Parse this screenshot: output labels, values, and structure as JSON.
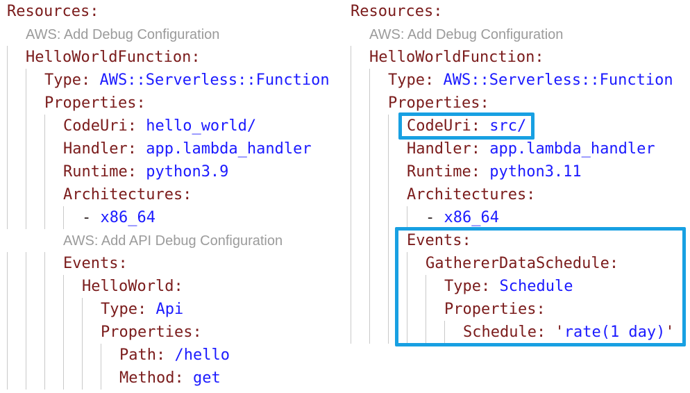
{
  "colors": {
    "key": "#7a1b1b",
    "value": "#1b1aff",
    "quote": "#7a1b1b",
    "punct": "#2e2222",
    "codelens_text": "#9b9b9b",
    "indent_guide": "#c9c9c9",
    "highlight_border": "#18a0e2",
    "background": "#ffffff"
  },
  "panels": [
    {
      "name": "template-yaml-before",
      "lines": [
        {
          "indent": 0,
          "tokens": [
            {
              "c": "key",
              "t": "Resources:"
            }
          ]
        },
        {
          "indent": 1,
          "codelens": "AWS: Add Debug Configuration"
        },
        {
          "indent": 1,
          "tokens": [
            {
              "c": "key",
              "t": "HelloWorldFunction:"
            }
          ]
        },
        {
          "indent": 2,
          "tokens": [
            {
              "c": "key",
              "t": "Type:"
            },
            {
              "c": "plain",
              "t": " "
            },
            {
              "c": "value",
              "t": "AWS::Serverless::Function"
            }
          ]
        },
        {
          "indent": 2,
          "tokens": [
            {
              "c": "key",
              "t": "Properties:"
            }
          ]
        },
        {
          "indent": 3,
          "tokens": [
            {
              "c": "key",
              "t": "CodeUri:"
            },
            {
              "c": "plain",
              "t": " "
            },
            {
              "c": "value",
              "t": "hello_world/"
            }
          ]
        },
        {
          "indent": 3,
          "tokens": [
            {
              "c": "key",
              "t": "Handler:"
            },
            {
              "c": "plain",
              "t": " "
            },
            {
              "c": "value",
              "t": "app.lambda_handler"
            }
          ]
        },
        {
          "indent": 3,
          "tokens": [
            {
              "c": "key",
              "t": "Runtime:"
            },
            {
              "c": "plain",
              "t": " "
            },
            {
              "c": "value",
              "t": "python3.9"
            }
          ]
        },
        {
          "indent": 3,
          "tokens": [
            {
              "c": "key",
              "t": "Architectures:"
            }
          ]
        },
        {
          "indent": 4,
          "tokens": [
            {
              "c": "punct",
              "t": "- "
            },
            {
              "c": "value",
              "t": "x86_64"
            }
          ]
        },
        {
          "indent": 3,
          "codelens": "AWS: Add API Debug Configuration"
        },
        {
          "indent": 3,
          "tokens": [
            {
              "c": "key",
              "t": "Events:"
            }
          ]
        },
        {
          "indent": 4,
          "tokens": [
            {
              "c": "key",
              "t": "HelloWorld:"
            }
          ]
        },
        {
          "indent": 5,
          "tokens": [
            {
              "c": "key",
              "t": "Type:"
            },
            {
              "c": "plain",
              "t": " "
            },
            {
              "c": "value",
              "t": "Api"
            }
          ]
        },
        {
          "indent": 5,
          "tokens": [
            {
              "c": "key",
              "t": "Properties:"
            }
          ]
        },
        {
          "indent": 6,
          "tokens": [
            {
              "c": "key",
              "t": "Path:"
            },
            {
              "c": "plain",
              "t": " "
            },
            {
              "c": "value",
              "t": "/hello"
            }
          ]
        },
        {
          "indent": 6,
          "tokens": [
            {
              "c": "key",
              "t": "Method:"
            },
            {
              "c": "plain",
              "t": " "
            },
            {
              "c": "value",
              "t": "get"
            }
          ]
        }
      ],
      "highlights": []
    },
    {
      "name": "template-yaml-after",
      "lines": [
        {
          "indent": 0,
          "tokens": [
            {
              "c": "key",
              "t": "Resources:"
            }
          ]
        },
        {
          "indent": 1,
          "codelens": "AWS: Add Debug Configuration"
        },
        {
          "indent": 1,
          "tokens": [
            {
              "c": "key",
              "t": "HelloWorldFunction:"
            }
          ]
        },
        {
          "indent": 2,
          "tokens": [
            {
              "c": "key",
              "t": "Type:"
            },
            {
              "c": "plain",
              "t": " "
            },
            {
              "c": "value",
              "t": "AWS::Serverless::Function"
            }
          ]
        },
        {
          "indent": 2,
          "tokens": [
            {
              "c": "key",
              "t": "Properties:"
            }
          ]
        },
        {
          "indent": 3,
          "tokens": [
            {
              "c": "key",
              "t": "CodeUri:"
            },
            {
              "c": "plain",
              "t": " "
            },
            {
              "c": "value",
              "t": "src/"
            }
          ]
        },
        {
          "indent": 3,
          "tokens": [
            {
              "c": "key",
              "t": "Handler:"
            },
            {
              "c": "plain",
              "t": " "
            },
            {
              "c": "value",
              "t": "app.lambda_handler"
            }
          ]
        },
        {
          "indent": 3,
          "tokens": [
            {
              "c": "key",
              "t": "Runtime:"
            },
            {
              "c": "plain",
              "t": " "
            },
            {
              "c": "value",
              "t": "python3.11"
            }
          ]
        },
        {
          "indent": 3,
          "tokens": [
            {
              "c": "key",
              "t": "Architectures:"
            }
          ]
        },
        {
          "indent": 4,
          "tokens": [
            {
              "c": "punct",
              "t": "- "
            },
            {
              "c": "value",
              "t": "x86_64"
            }
          ]
        },
        {
          "indent": 3,
          "tokens": [
            {
              "c": "key",
              "t": "Events:"
            }
          ]
        },
        {
          "indent": 4,
          "tokens": [
            {
              "c": "key",
              "t": "GathererDataSchedule:"
            }
          ]
        },
        {
          "indent": 5,
          "tokens": [
            {
              "c": "key",
              "t": "Type:"
            },
            {
              "c": "plain",
              "t": " "
            },
            {
              "c": "value",
              "t": "Schedule"
            }
          ]
        },
        {
          "indent": 5,
          "tokens": [
            {
              "c": "key",
              "t": "Properties:"
            }
          ]
        },
        {
          "indent": 6,
          "tokens": [
            {
              "c": "key",
              "t": "Schedule:"
            },
            {
              "c": "plain",
              "t": " "
            },
            {
              "c": "quote",
              "t": "'"
            },
            {
              "c": "value",
              "t": "rate(1 day)"
            },
            {
              "c": "quote",
              "t": "'"
            }
          ]
        }
      ],
      "highlights": [
        {
          "name": "codeuri-change-highlight",
          "first_line": 5,
          "last_line": 5
        },
        {
          "name": "schedule-event-addition-highlight",
          "first_line": 10,
          "last_line": 14
        }
      ]
    }
  ]
}
